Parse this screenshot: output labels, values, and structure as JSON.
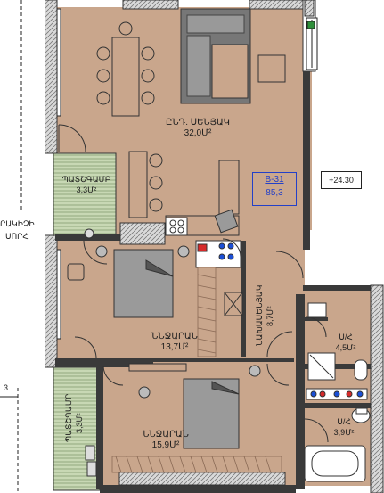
{
  "plan": {
    "apartment_code": "B-31",
    "apartment_area": "85,3",
    "elevation_mark": "+24.30",
    "section_marker": "3",
    "edge_note_top": "ՐԱԿԻՉԻ",
    "edge_note_bottom": "ՍՈՐՀ",
    "rooms": [
      {
        "name": "ԸՆԴ. ՍԵՆՅԱԿ",
        "area": "32,0Մ²"
      },
      {
        "name": "ՊԱՏՇԳԱՄԲ",
        "area": "3,3Մ²"
      },
      {
        "name": "ՆՆՋԱՐԱՆ",
        "area": "13,7Մ²"
      },
      {
        "name": "ՆԱԽԱՍԵՆՅԱԿ",
        "area": "8,7Մ²"
      },
      {
        "name": "Ս/Հ",
        "area": "4,5Մ²"
      },
      {
        "name": "ՆՆՋԱՐԱՆ",
        "area": "15,9Մ²"
      },
      {
        "name": "Ս/Հ",
        "area": "3,9Մ²"
      },
      {
        "name": "ՊԱՏՇԳԱՄԲ",
        "area": "3,3Մ²"
      }
    ]
  },
  "colors": {
    "floor": "#c9a68c",
    "wall": "#3a3a3a",
    "hatch": "#8a8a8a",
    "balcony": "#c8d8b4",
    "tag": "#2340c8"
  },
  "icons": [
    "sofa-icon",
    "dining-table-icon",
    "bed-icon",
    "bathtub-icon",
    "toilet-icon",
    "sink-icon",
    "stove-icon",
    "door-swing-icon",
    "window-icon"
  ]
}
